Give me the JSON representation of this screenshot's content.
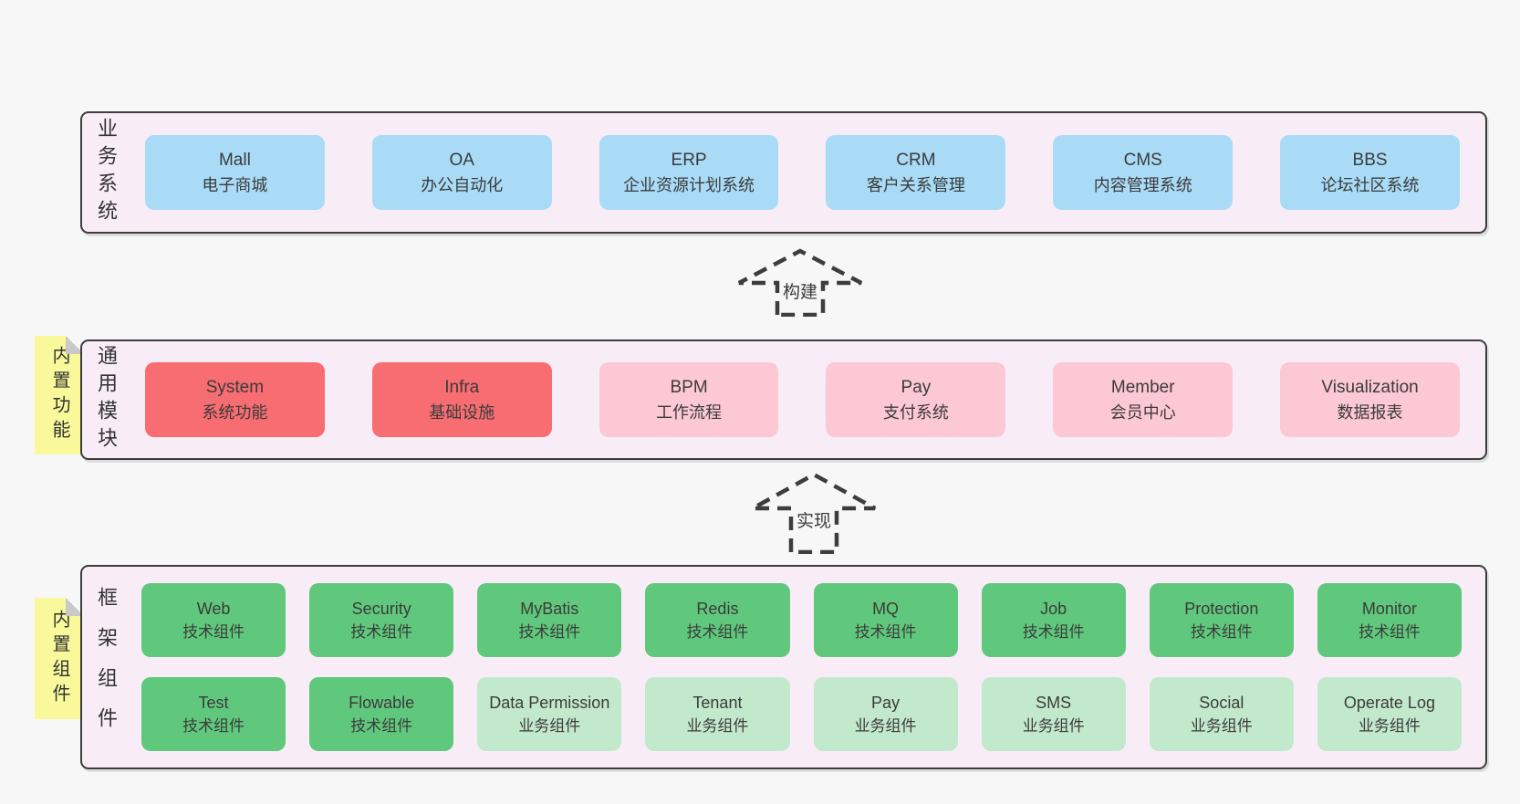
{
  "colors": {
    "page_bg": "#f7f7f7",
    "band_bg": "#f8edf6",
    "band_border": "#3d3d3d",
    "box_blue": "#a9dbf7",
    "box_red": "#f76d71",
    "box_pink": "#fbc8d3",
    "box_green": "#60c87d",
    "box_green_light": "#c3e9cd",
    "note_yellow": "#f9f99b",
    "fold_gray": "#c9c9c9",
    "text": "#3b3b3b"
  },
  "bands": [
    {
      "label": "业务系统",
      "boxes": [
        {
          "en": "Mall",
          "zh": "电子商城",
          "color": "blue"
        },
        {
          "en": "OA",
          "zh": "办公自动化",
          "color": "blue"
        },
        {
          "en": "ERP",
          "zh": "企业资源计划系统",
          "color": "blue"
        },
        {
          "en": "CRM",
          "zh": "客户关系管理",
          "color": "blue"
        },
        {
          "en": "CMS",
          "zh": "内容管理系统",
          "color": "blue"
        },
        {
          "en": "BBS",
          "zh": "论坛社区系统",
          "color": "blue"
        }
      ]
    },
    {
      "label": "通用模块",
      "note": "内置功能",
      "boxes": [
        {
          "en": "System",
          "zh": "系统功能",
          "color": "red"
        },
        {
          "en": "Infra",
          "zh": "基础设施",
          "color": "red"
        },
        {
          "en": "BPM",
          "zh": "工作流程",
          "color": "pink"
        },
        {
          "en": "Pay",
          "zh": "支付系统",
          "color": "pink"
        },
        {
          "en": "Member",
          "zh": "会员中心",
          "color": "pink"
        },
        {
          "en": "Visualization",
          "zh": "数据报表",
          "color": "pink"
        }
      ]
    },
    {
      "label": "框架组件",
      "note": "内置组件",
      "rows": [
        [
          {
            "en": "Web",
            "zh": "技术组件",
            "color": "green"
          },
          {
            "en": "Security",
            "zh": "技术组件",
            "color": "green"
          },
          {
            "en": "MyBatis",
            "zh": "技术组件",
            "color": "green"
          },
          {
            "en": "Redis",
            "zh": "技术组件",
            "color": "green"
          },
          {
            "en": "MQ",
            "zh": "技术组件",
            "color": "green"
          },
          {
            "en": "Job",
            "zh": "技术组件",
            "color": "green"
          },
          {
            "en": "Protection",
            "zh": "技术组件",
            "color": "green"
          },
          {
            "en": "Monitor",
            "zh": "技术组件",
            "color": "green"
          }
        ],
        [
          {
            "en": "Test",
            "zh": "技术组件",
            "color": "green"
          },
          {
            "en": "Flowable",
            "zh": "技术组件",
            "color": "green"
          },
          {
            "en": "Data Permission",
            "zh": "业务组件",
            "color": "green-light"
          },
          {
            "en": "Tenant",
            "zh": "业务组件",
            "color": "green-light"
          },
          {
            "en": "Pay",
            "zh": "业务组件",
            "color": "green-light"
          },
          {
            "en": "SMS",
            "zh": "业务组件",
            "color": "green-light"
          },
          {
            "en": "Social",
            "zh": "业务组件",
            "color": "green-light"
          },
          {
            "en": "Operate Log",
            "zh": "业务组件",
            "color": "green-light"
          }
        ]
      ]
    }
  ],
  "arrows": [
    {
      "label": "构建"
    },
    {
      "label": "实现"
    }
  ]
}
